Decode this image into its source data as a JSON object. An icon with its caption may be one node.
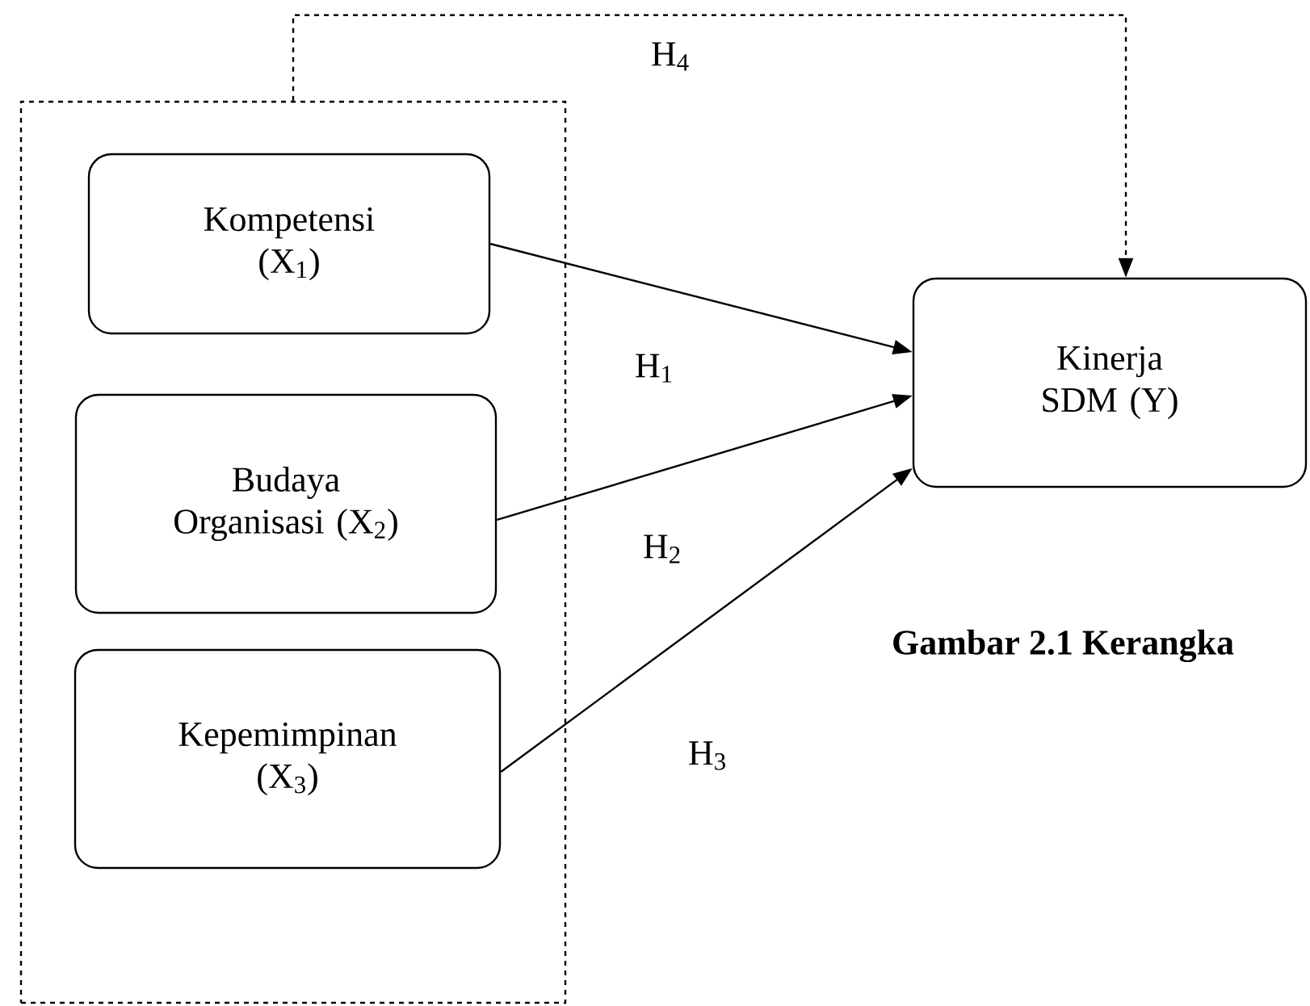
{
  "diagram": {
    "caption": "Gambar 2.1 Kerangka",
    "nodes": [
      {
        "text": [],
        "shape": "box"
      },
      {
        "text": [
          "Kompetensi (X$_{1}$)"
        ],
        "in": 0
      },
      {
        "text": [
          "Budaya Organisasi (X$_{2}$)"
        ],
        "in": 0
      },
      {
        "text": [
          "Kepemimpinan (X$_{3}$)"
        ],
        "in": 0
      },
      {
        "text": [
          "Kinerja SDM (Y)"
        ]
      }
    ],
    "edges": [
      {
        "from": 1,
        "to": 4,
        "arrow": "to",
        "label": "H$_{1}$"
      },
      {
        "from": 2,
        "to": 4,
        "arrow": "to",
        "label": "H$_{2}$"
      },
      {
        "from": 3,
        "to": 4,
        "arrow": "to",
        "label": "H$_{3}$"
      },
      {
        "from": 0,
        "to": 4,
        "arrow": "to",
        "label": "H$_{4}$",
        "style": "dashed"
      }
    ]
  }
}
